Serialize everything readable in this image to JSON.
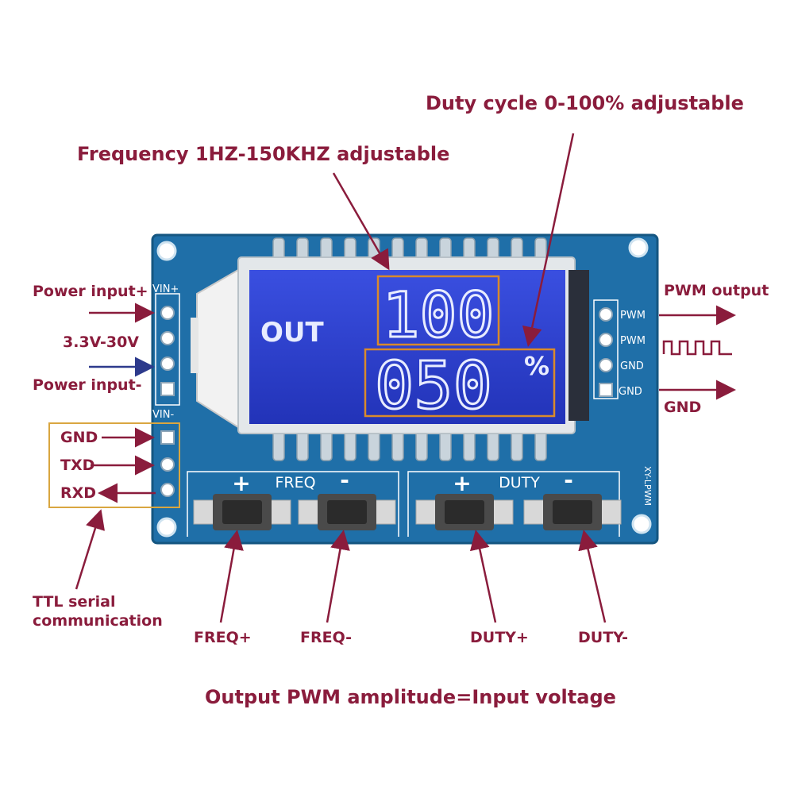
{
  "annotations": {
    "duty_cycle": "Duty cycle 0-100%  adjustable",
    "frequency": "Frequency 1HZ-150KHZ adjustable",
    "power_in_plus": "Power input+",
    "voltage_range": "3.3V-30V",
    "power_in_minus": "Power input-",
    "pwm_output": "PWM output",
    "gnd_out": "GND",
    "ttl": "TTL serial communication",
    "freq_plus": "FREQ+",
    "freq_minus": "FREQ-",
    "duty_plus": "DUTY+",
    "duty_minus": "DUTY-",
    "footer": "Output PWM amplitude=Input voltage"
  },
  "serial_pins": [
    "GND",
    "TXD",
    "RXD"
  ],
  "board": {
    "vin_plus": "VIN+",
    "vin_minus": "VIN-",
    "out_pins": [
      "PWM",
      "PWM",
      "GND",
      "GND"
    ],
    "model": "XY-LPWM",
    "freq_group": {
      "plus": "+",
      "label": "FREQ",
      "minus": "-"
    },
    "duty_group": {
      "plus": "+",
      "label": "DUTY",
      "minus": "-"
    }
  },
  "lcd": {
    "mode": "OUT",
    "top_value": "100",
    "bottom_value": "050",
    "unit": "%"
  },
  "colors": {
    "annotation": "#8a1c3c",
    "pcb": "#1f6fa8",
    "lcd": "#2a3fd0",
    "highlight_box": "#d98a2b"
  }
}
